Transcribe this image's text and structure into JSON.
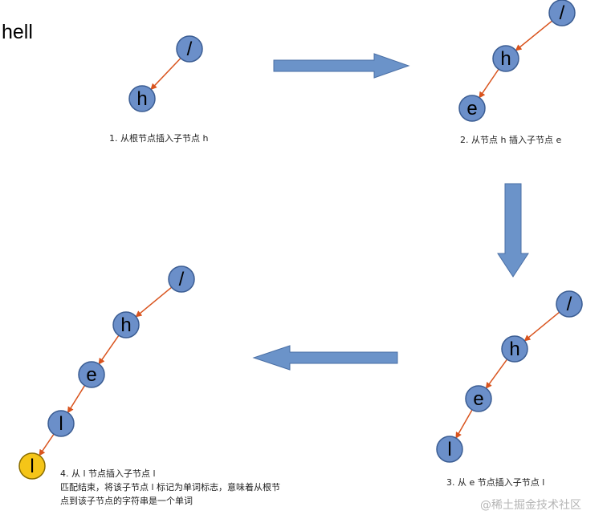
{
  "title": "hell",
  "watermark": "@稀土掘金技术社区",
  "steps": [
    {
      "caption": "1.  从根节点插入子节点 h",
      "nodes": [
        "/",
        "h"
      ],
      "terminal": []
    },
    {
      "caption": "2.  从节点  h  插入子节点 e",
      "nodes": [
        "/",
        "h",
        "e"
      ],
      "terminal": []
    },
    {
      "caption": "3.  从 e 节点插入子节点 l",
      "nodes": [
        "/",
        "h",
        "e",
        "l"
      ],
      "terminal": []
    },
    {
      "caption": "4.  从 l 节点插入子节点 l",
      "caption_extra": [
        "匹配结束，将该子节点 l 标记为单词标志，意味着从根节",
        "点到该子节点的字符串是一个单词"
      ],
      "nodes": [
        "/",
        "h",
        "e",
        "l",
        "l"
      ],
      "terminal": [
        4
      ]
    }
  ],
  "colors": {
    "node": "#6b8fc9",
    "terminal_node": "#f5c518",
    "edge": "#d9541e",
    "arrow": "#6b93c9"
  }
}
